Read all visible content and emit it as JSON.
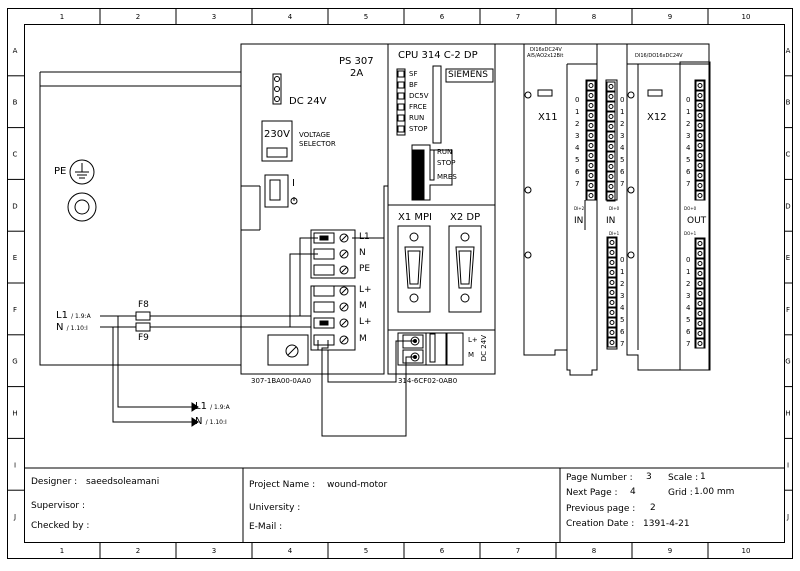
{
  "frame": {
    "col_labels": [
      "1",
      "2",
      "3",
      "4",
      "5",
      "6",
      "7",
      "8",
      "9",
      "10"
    ],
    "row_labels": [
      "A",
      "B",
      "C",
      "D",
      "E",
      "F",
      "G",
      "H",
      "I",
      "J"
    ]
  },
  "ps": {
    "title": "PS 307",
    "rating": "2A",
    "dc_label": "DC 24V",
    "voltage_value": "230V",
    "voltage_caption_1": "VOLTAGE",
    "voltage_caption_2": "SELECTOR",
    "switch_on": "I",
    "terminals": [
      "L1",
      "N",
      "PE",
      "L+",
      "M",
      "L+",
      "M"
    ],
    "order_number": "307-1BA00-0AA0"
  },
  "cpu": {
    "title": "CPU 314 C-2 DP",
    "brand": "SIEMENS",
    "leds": [
      "SF",
      "BF",
      "DC5V",
      "FRCE",
      "RUN",
      "STOP"
    ],
    "mode_labels": [
      "RUN",
      "STOP",
      "MRES"
    ],
    "port1": "X1 MPI",
    "port2": "X2 DP",
    "supply_lplus": "L+",
    "supply_m": "M",
    "supply_dc": "DC 24V",
    "order_number": "314-6CF02-0AB0"
  },
  "module_x11": {
    "header": "DI16xDC24V",
    "sub": "AI5/AO2x12Bit",
    "name": "X11",
    "numbers": [
      "0",
      "1",
      "2",
      "3",
      "4",
      "5",
      "6",
      "7"
    ],
    "small_a": "DI+2",
    "small_b": "DI+1",
    "in_label_1": "IN",
    "in_label_2": "IN",
    "small_c": "DI+0",
    "small_d": "DI+1"
  },
  "module_x12": {
    "header": "DI16/DO16xDC24V",
    "name": "X12",
    "numbers": [
      "0",
      "1",
      "2",
      "3",
      "4",
      "5",
      "6",
      "7"
    ],
    "small_a": "DO+0",
    "out_label": "OUT",
    "small_b": "DO+1"
  },
  "power": {
    "pe_label": "PE",
    "fuse1": "F8",
    "fuse2": "F9",
    "in_l1": "L1",
    "in_l1_ref": "/ 1.9:A",
    "in_n": "N",
    "in_n_ref": "/ 1.10:I",
    "out_l1": "L1",
    "out_l1_ref": "/ 1.9:A",
    "out_n": "N",
    "out_n_ref": "/ 1.10:I"
  },
  "title_block": {
    "designer_label": "Designer :",
    "designer_value": "saeedsoleamani",
    "supervisor_label": "Supervisor :",
    "checked_label": "Checked by :",
    "project_label": "Project Name :",
    "project_value": "wound-motor",
    "university_label": "University :",
    "email_label": "E-Mail :",
    "page_number_label": "Page Number :",
    "page_number_value": "3",
    "scale_label": "Scale :",
    "scale_value": "1",
    "next_page_label": "Next Page :",
    "next_page_value": "4",
    "grid_label": "Grid :",
    "grid_value": "1.00 mm",
    "previous_page_label": "Previous page :",
    "previous_page_value": "2",
    "creation_date_label": "Creation Date :",
    "creation_date_value": "1391-4-21"
  }
}
